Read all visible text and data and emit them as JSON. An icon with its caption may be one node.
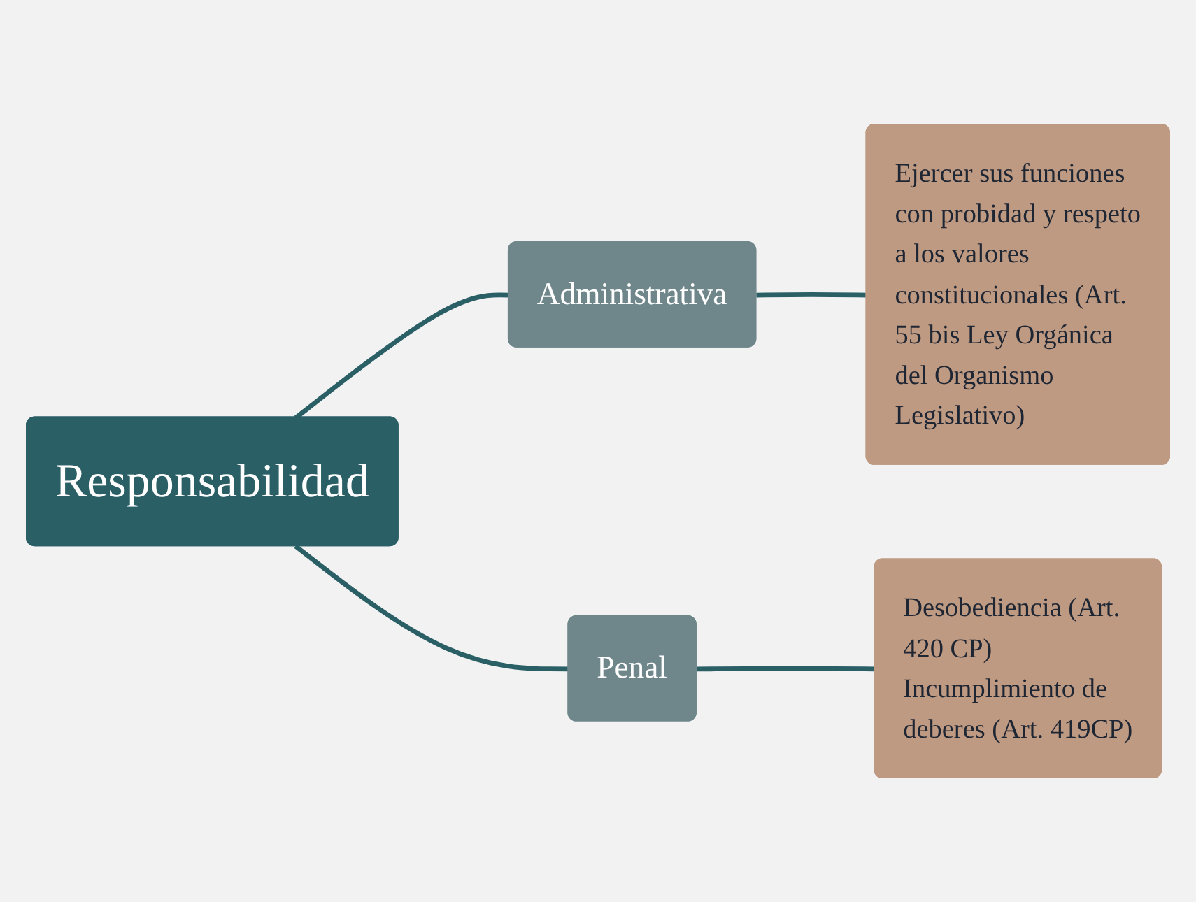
{
  "diagram": {
    "nodes": [
      {
        "text": [
          "Responsabilidad"
        ]
      },
      {
        "text": [
          "Administrativa"
        ]
      },
      {
        "text": [
          "Ejercer sus funciones con probidad y respeto a los valores constitucionales (Art. 55 bis Ley Orgánica del Organismo Legislativo)"
        ]
      },
      {
        "text": [
          "Penal"
        ]
      },
      {
        "text": [
          "Desobediencia (Art. 420 CP)",
          "Incumplimiento de deberes (Art. 419CP)"
        ]
      }
    ],
    "edges": [
      {
        "from": 0,
        "to": 1,
        "arrow": "none"
      },
      {
        "from": 1,
        "to": 2,
        "arrow": "none"
      },
      {
        "from": 0,
        "to": 3,
        "arrow": "none"
      },
      {
        "from": 3,
        "to": 4,
        "arrow": "none"
      }
    ]
  }
}
